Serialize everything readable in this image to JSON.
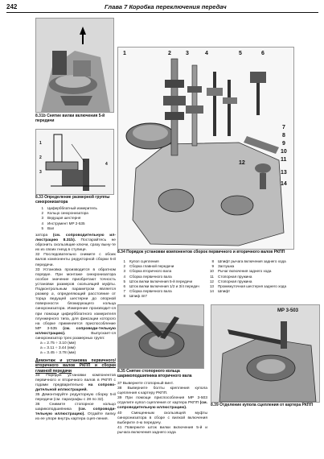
{
  "header": {
    "page_number": "242",
    "chapter_title": "Глава 7 Коробка переключения передач"
  },
  "fig_831b": {
    "number": "8.31b",
    "caption": "Снятие вилки включения 5-й передачи"
  },
  "fig_833": {
    "number": "8.33",
    "caption": "Определение размерной группы синхронизатора",
    "callouts": [
      "1",
      "2",
      "3",
      "4"
    ],
    "legend": [
      {
        "k": "1",
        "v": "Цифербблатный измеритель"
      },
      {
        "k": "2",
        "v": "Кольцо синхронизатора"
      },
      {
        "k": "3",
        "v": "Ведущая шестерня"
      },
      {
        "k": "4",
        "v": "Инструмент МР 2-535"
      },
      {
        "k": "5",
        "v": "Вал"
      }
    ]
  },
  "text_left": {
    "p1_a": "затора ",
    "p1_b": "(см. сопроводительную ил-люстрацию 8.31b).",
    "p1_c": " Постарайтесь не обронить скользящие ключи, сразу выну-те их из своих гнезд в ступице.",
    "p2": "32 Последовательно снимите с обоих валов компоненты редукторной сборки 5-й передачи.",
    "p3_a": "33 Установка производится в обратном порядке. При монтаже синхронизатора особое значение приобретают точность установки размеров скользящей муфты. Подконтрольным параметром является размер ",
    "p3_a_ital": "а",
    "p3_b": ", определяющий расстояние от торца ведущей шестерни до опорной поверхности блокирующего кольца синхронизатора. Измерение производит-ся при помощи цифербблатного измерителя плунжерного типа, для фиксации которого на сборке применяется приспособление МР 3-535 ",
    "p3_c": "(см. сопроводи-тельную иллюстрацию).",
    "p3_d": " Выпускает-ся синхронизатор трех размерных групп:",
    "list": [
      "а = 2.75 ÷ 3.10 (мм)",
      "а = 3.11 ÷ 3.44 (мм)",
      "а = 3.45 ÷ 3.78 (мм)"
    ],
    "subhead": "Демонтаж и установка первичного/ вторичного валов РКПП и сборки главной передачи",
    "p4_a": "34 Порядок установки компонентов первичного и вторичного валов в РКПП с годами предварительно ",
    "p4_b": "на сопрово-дительной иллюстрацией.",
    "p5": "35 Демонтируйте редукторную сборку 5-й передачи (см. параграфы с 28 по 32).",
    "p6_a": "36 Снимите стопорное кольцо шарикоподшипника ",
    "p6_b": "(см. сопроводи-тельную иллюстрацию).",
    "p6_c": " Отдайте вилку из ее упоре внутрь картера сцеп-ления."
  },
  "fig_834": {
    "number": "8.34",
    "caption": "Порядок установки компонентов сборок первичного и вторичного валов РКПП",
    "callouts_top": [
      "1",
      "2",
      "3",
      "4",
      "5",
      "6"
    ],
    "callouts_right": [
      "7",
      "8",
      "9",
      "10",
      "11",
      "12",
      "13",
      "14"
    ],
    "legend_left": [
      {
        "k": "1",
        "v": "Купол сцепления"
      },
      {
        "k": "2",
        "v": "Сборка главной передачи"
      },
      {
        "k": "3",
        "v": "Сборка вторичного вала"
      },
      {
        "k": "4",
        "v": "Сборка первичного вала"
      },
      {
        "k": "5",
        "v": "Шток вилки включения 5-й передачи"
      },
      {
        "k": "6",
        "v": "Шток вилки включения 1/2 и 3/4 передач"
      },
      {
        "k": "7",
        "v": "Сборка первичного вала"
      },
      {
        "k": "8",
        "v": "Шпиф 4п7"
      }
    ],
    "legend_right": [
      {
        "k": "8",
        "v": "Шпифт рычага включения заднего хода"
      },
      {
        "k": "9",
        "v": "Заглушка"
      },
      {
        "k": "10",
        "v": "Рычаг включения заднего хода"
      },
      {
        "k": "11",
        "v": "Стопорная пружина"
      },
      {
        "k": "12",
        "v": "Стопорная пружина"
      },
      {
        "k": "13",
        "v": "Промежуточная шестерня заднего хода"
      },
      {
        "k": "14",
        "v": "Шпифт"
      }
    ]
  },
  "fig_835": {
    "number": "8.35",
    "caption": "Снятие стопорного кольца шарикоподшипника вторичного вала"
  },
  "text_mid": {
    "p37": "37 Вывернете стопорный винт.",
    "p38": "38 Выверните болты крепления купола сцепления к картеру РКПП.",
    "p39_a": "39 При помощи приспособления МР 3-503 отделите купол сцепления от картера РКПП ",
    "p39_b": "(см. сопроводительную иллюстрацию).",
    "p40": "40 Смещенным скользящей муфты синхронизатора в сборе с вилкой включения выберите 4-ю передачу.",
    "p41": "41 Поверните шток вилки включения 5-й и рычага включения заднего хода"
  },
  "fig_839": {
    "number": "8.39",
    "caption": "Отделение купола сцепления от картера РКПП",
    "tool_label": "МР 3-503"
  }
}
